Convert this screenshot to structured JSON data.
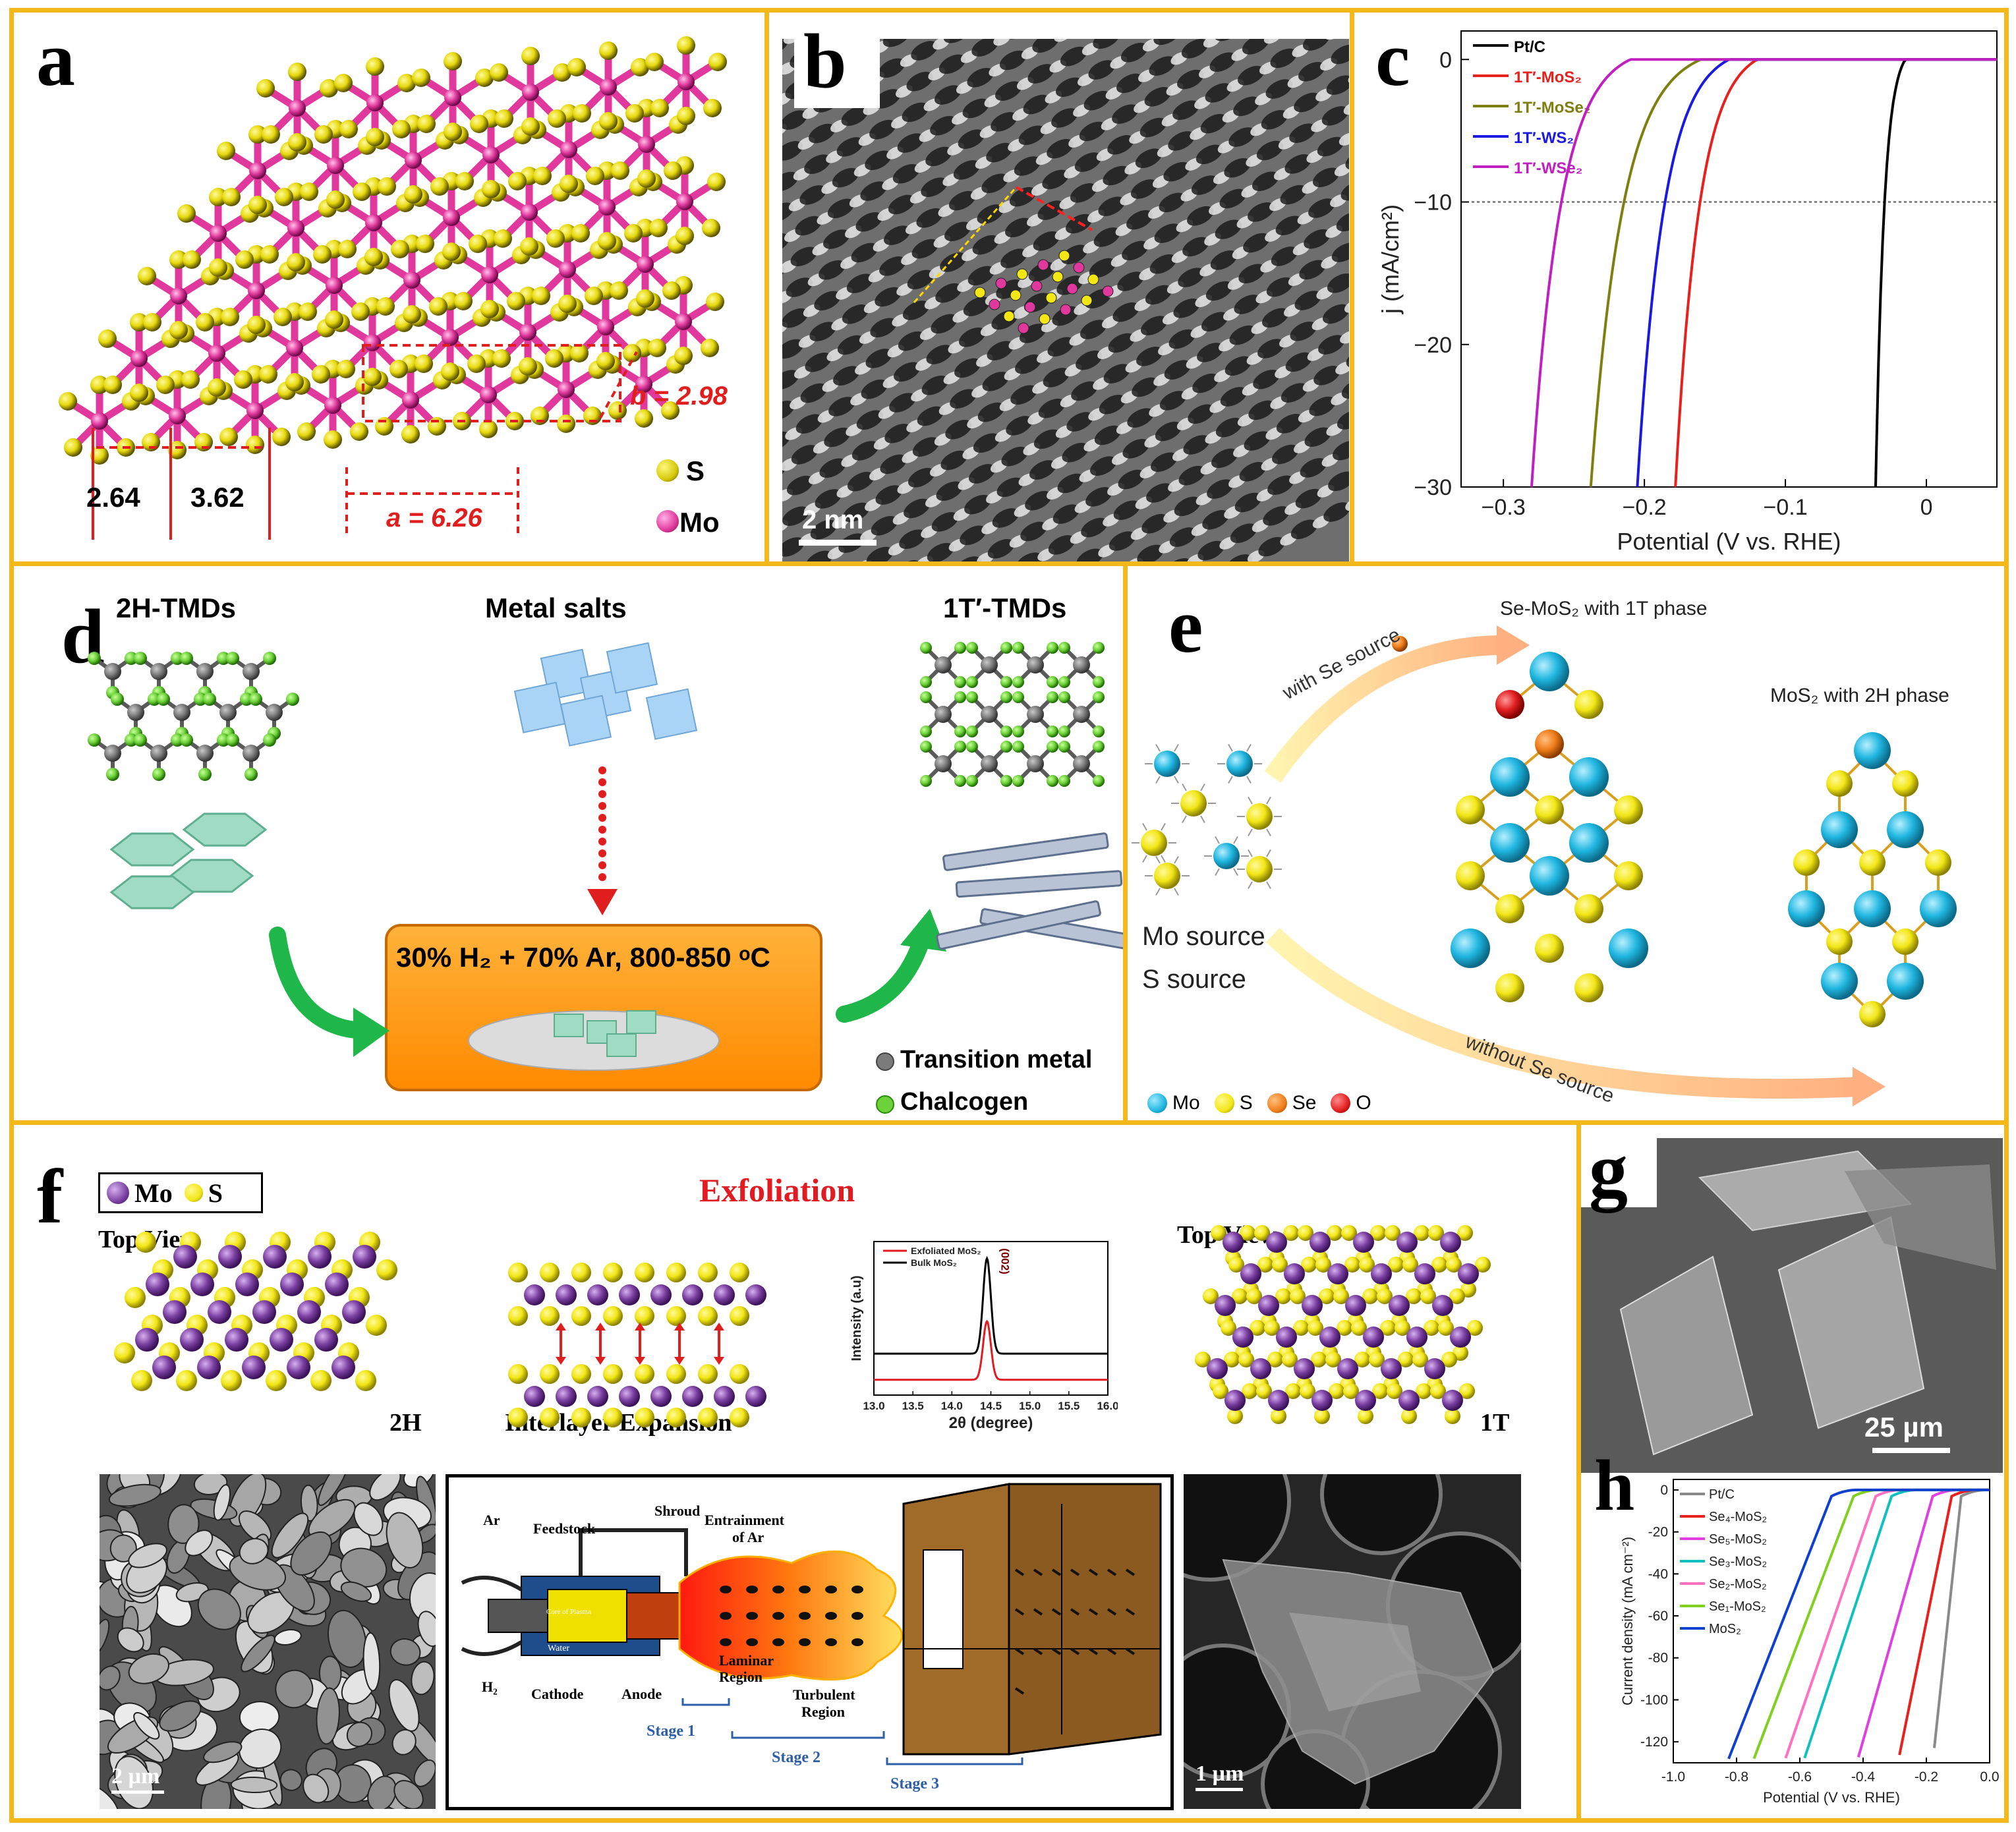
{
  "colors": {
    "border": "#f5b81a",
    "mo_pink": "#e0389c",
    "s_yellow": "#f2e616",
    "mo_cyan": "#1fb6e0",
    "se_orange": "#f07d1a",
    "o_red": "#e01e1e",
    "mo_purple": "#7a3fa0",
    "tm_gray": "#7b7b7b",
    "chalcogen_green": "#6dd13a",
    "exfoliation_red": "#e11b22",
    "stage_blue": "#2d5fa8"
  },
  "panel_a": {
    "label": "a",
    "dim_264": "2.64",
    "dim_362": "3.62",
    "dim_a": "a = 6.26",
    "dim_b": "b = 2.98",
    "legend_s": "S",
    "legend_mo": "Mo"
  },
  "panel_b": {
    "label": "b",
    "scalebar": "2 nm"
  },
  "panel_c": {
    "label": "c"
  },
  "panel_d": {
    "label": "d",
    "title_2h": "2H-TMDs",
    "title_salts": "Metal salts",
    "title_1t": "1T′-TMDs",
    "condition": "30% H₂ + 70% Ar, 800-850 ᵒC",
    "legend_tm": "Transition metal",
    "legend_ch": "Chalcogen"
  },
  "panel_e": {
    "label": "e",
    "title_1t": "Se-MoS₂  with 1T phase",
    "title_2h": "MoS₂ with 2H phase",
    "with_se": "with Se source",
    "without_se": "without Se source",
    "mo_source": "Mo source",
    "s_source": "S source",
    "legend": [
      "Mo",
      "S",
      "Se",
      "O"
    ]
  },
  "panel_f": {
    "label": "f",
    "legend_mo": "Mo",
    "legend_s": "S",
    "exfoliation": "Exfoliation",
    "top_view_left": "Top View",
    "top_view_right": "Top View",
    "tag_2h": "2H",
    "tag_1t": "1T",
    "interlayer": "Interlayer Expansion",
    "sem_left_scale": "2 µm",
    "sem_right_scale": "1 µm",
    "schematic": {
      "ar": "Ar",
      "feedstock": "Feedstock",
      "shroud": "Shroud",
      "entrainment": "Entrainment",
      "of_ar": "of Ar",
      "core": "Core of Plasma",
      "water": "Water",
      "h2": "H₂",
      "cathode": "Cathode",
      "anode": "Anode",
      "laminar1": "Laminar",
      "laminar2": "Region",
      "turbulent1": "Turbulent",
      "turbulent2": "Region",
      "stage1": "Stage 1",
      "stage2": "Stage 2",
      "stage3": "Stage 3"
    }
  },
  "panel_g": {
    "label": "g",
    "scalebar": "25 µm"
  },
  "panel_h": {
    "label": "h"
  },
  "chart_data": [
    {
      "id": "c",
      "type": "line",
      "xlabel": "Potential (V vs. RHE)",
      "ylabel": "j (mA/cm²)",
      "xlim": [
        -0.33,
        0.05
      ],
      "ylim": [
        -30,
        2
      ],
      "xticks": [
        -0.3,
        -0.2,
        -0.1,
        0
      ],
      "yticks": [
        0,
        -10,
        -20,
        -30
      ],
      "reference_line": -10,
      "series": [
        {
          "name": "Pt/C",
          "color": "#000000",
          "onset": -0.015,
          "at30": -0.036
        },
        {
          "name": "1T′-MoS₂",
          "color": "#e8201e",
          "onset": -0.12,
          "at30": -0.178
        },
        {
          "name": "1T′-MoSe₂",
          "color": "#7f7f10",
          "onset": -0.16,
          "at30": -0.238
        },
        {
          "name": "1T′-WS₂",
          "color": "#1a1ae0",
          "onset": -0.14,
          "at30": -0.205
        },
        {
          "name": "1T′-WSe₂",
          "color": "#c020c0",
          "onset": -0.21,
          "at30": -0.28
        }
      ]
    },
    {
      "id": "f_xrd",
      "type": "line",
      "xlabel": "2θ (degree)",
      "ylabel": "Intensity (a.u)",
      "xlim": [
        13.0,
        16.0
      ],
      "xticks": [
        13.0,
        13.5,
        14.0,
        14.5,
        15.0,
        15.5,
        16.0
      ],
      "peak_label": "(002)",
      "series": [
        {
          "name": "Exfoliated MoS₂",
          "color": "#e11b22",
          "peak_x": 14.45,
          "peak_height": 0.38,
          "baseline": 0.1
        },
        {
          "name": "Bulk MoS₂",
          "color": "#000000",
          "peak_x": 14.45,
          "peak_height": 0.62,
          "baseline": 0.27
        }
      ]
    },
    {
      "id": "h",
      "type": "line",
      "xlabel": "Potential (V vs. RHE)",
      "ylabel": "Current density (mA cm⁻²)",
      "xlim": [
        -1.0,
        0.0
      ],
      "ylim": [
        -130,
        5
      ],
      "xticks": [
        -1.0,
        -0.8,
        -0.6,
        -0.4,
        -0.2,
        0.0
      ],
      "yticks": [
        0,
        -20,
        -40,
        -60,
        -80,
        -100,
        -120
      ],
      "series": [
        {
          "name": "Pt/C",
          "color": "#8a8a8a",
          "x130": -0.18,
          "onset": -0.01
        },
        {
          "name": "Se₄-MoS₂",
          "color": "#e8201e",
          "x130": -0.29,
          "onset": -0.04
        },
        {
          "name": "Se₅-MoS₂",
          "color": "#e040e0",
          "x130": -0.42,
          "onset": -0.1
        },
        {
          "name": "Se₃-MoS₂",
          "color": "#10c0c0",
          "x130": -0.59,
          "onset": -0.23
        },
        {
          "name": "Se₂-MoS₂",
          "color": "#ff70c0",
          "x130": -0.65,
          "onset": -0.28
        },
        {
          "name": "Se₁-MoS₂",
          "color": "#80d020",
          "x130": -0.75,
          "onset": -0.35
        },
        {
          "name": "MoS₂",
          "color": "#1040d0",
          "x130": -0.83,
          "onset": -0.42
        }
      ]
    }
  ]
}
